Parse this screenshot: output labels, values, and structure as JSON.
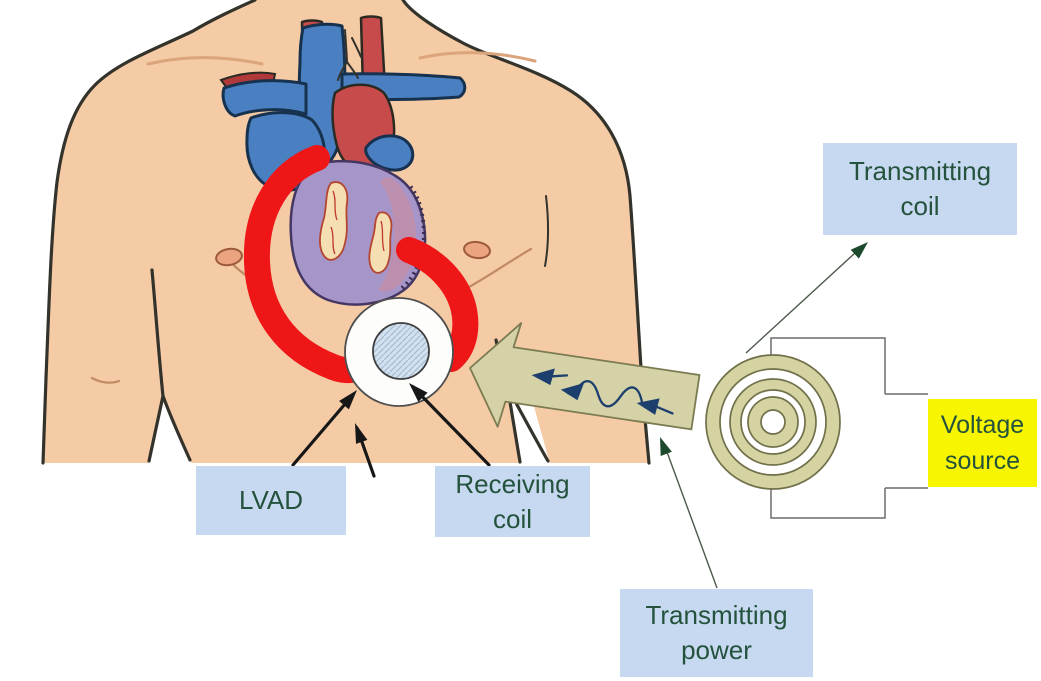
{
  "labels": {
    "transmitting_coil": {
      "line1": "Transmitting",
      "line2": "coil"
    },
    "voltage_source": {
      "line1": "Voltage",
      "line2": "source"
    },
    "lvad": {
      "text": "LVAD"
    },
    "receiving_coil": {
      "line1": "Receiving",
      "line2": "coil"
    },
    "transmitting_power": {
      "line1": "Transmitting",
      "line2": "power"
    }
  },
  "icons": {
    "transmitting_coil_graphic": "concentric-circles-coil",
    "power_arrow": "left-block-arrow-with-sine-wave",
    "receiving_coil_circle": "hatched-inner-disc",
    "lvad_pump_circle": "white-disc",
    "heart_graphic": "anatomical-heart-with-vessels",
    "torso_illustration": "human-chest"
  },
  "colors": {
    "background": "#ffffff",
    "label_box_fill": "#c6d9f0",
    "label_text": "#24523c",
    "voltage_box_fill": "#f7f500",
    "skin": "#f5cba6",
    "outline": "#33332b",
    "vein_blue": "#4a80c2",
    "artery_red": "#c84b4b",
    "cannula_red": "#ee1616",
    "heart_purple": "#a695c9",
    "coil_olive": "#d6d3a2",
    "arrow_olive": "#d4d2a6",
    "wave_navy": "#1c3f6e",
    "pointer_green": "#1d4a2e",
    "pointer_black": "#171717"
  }
}
